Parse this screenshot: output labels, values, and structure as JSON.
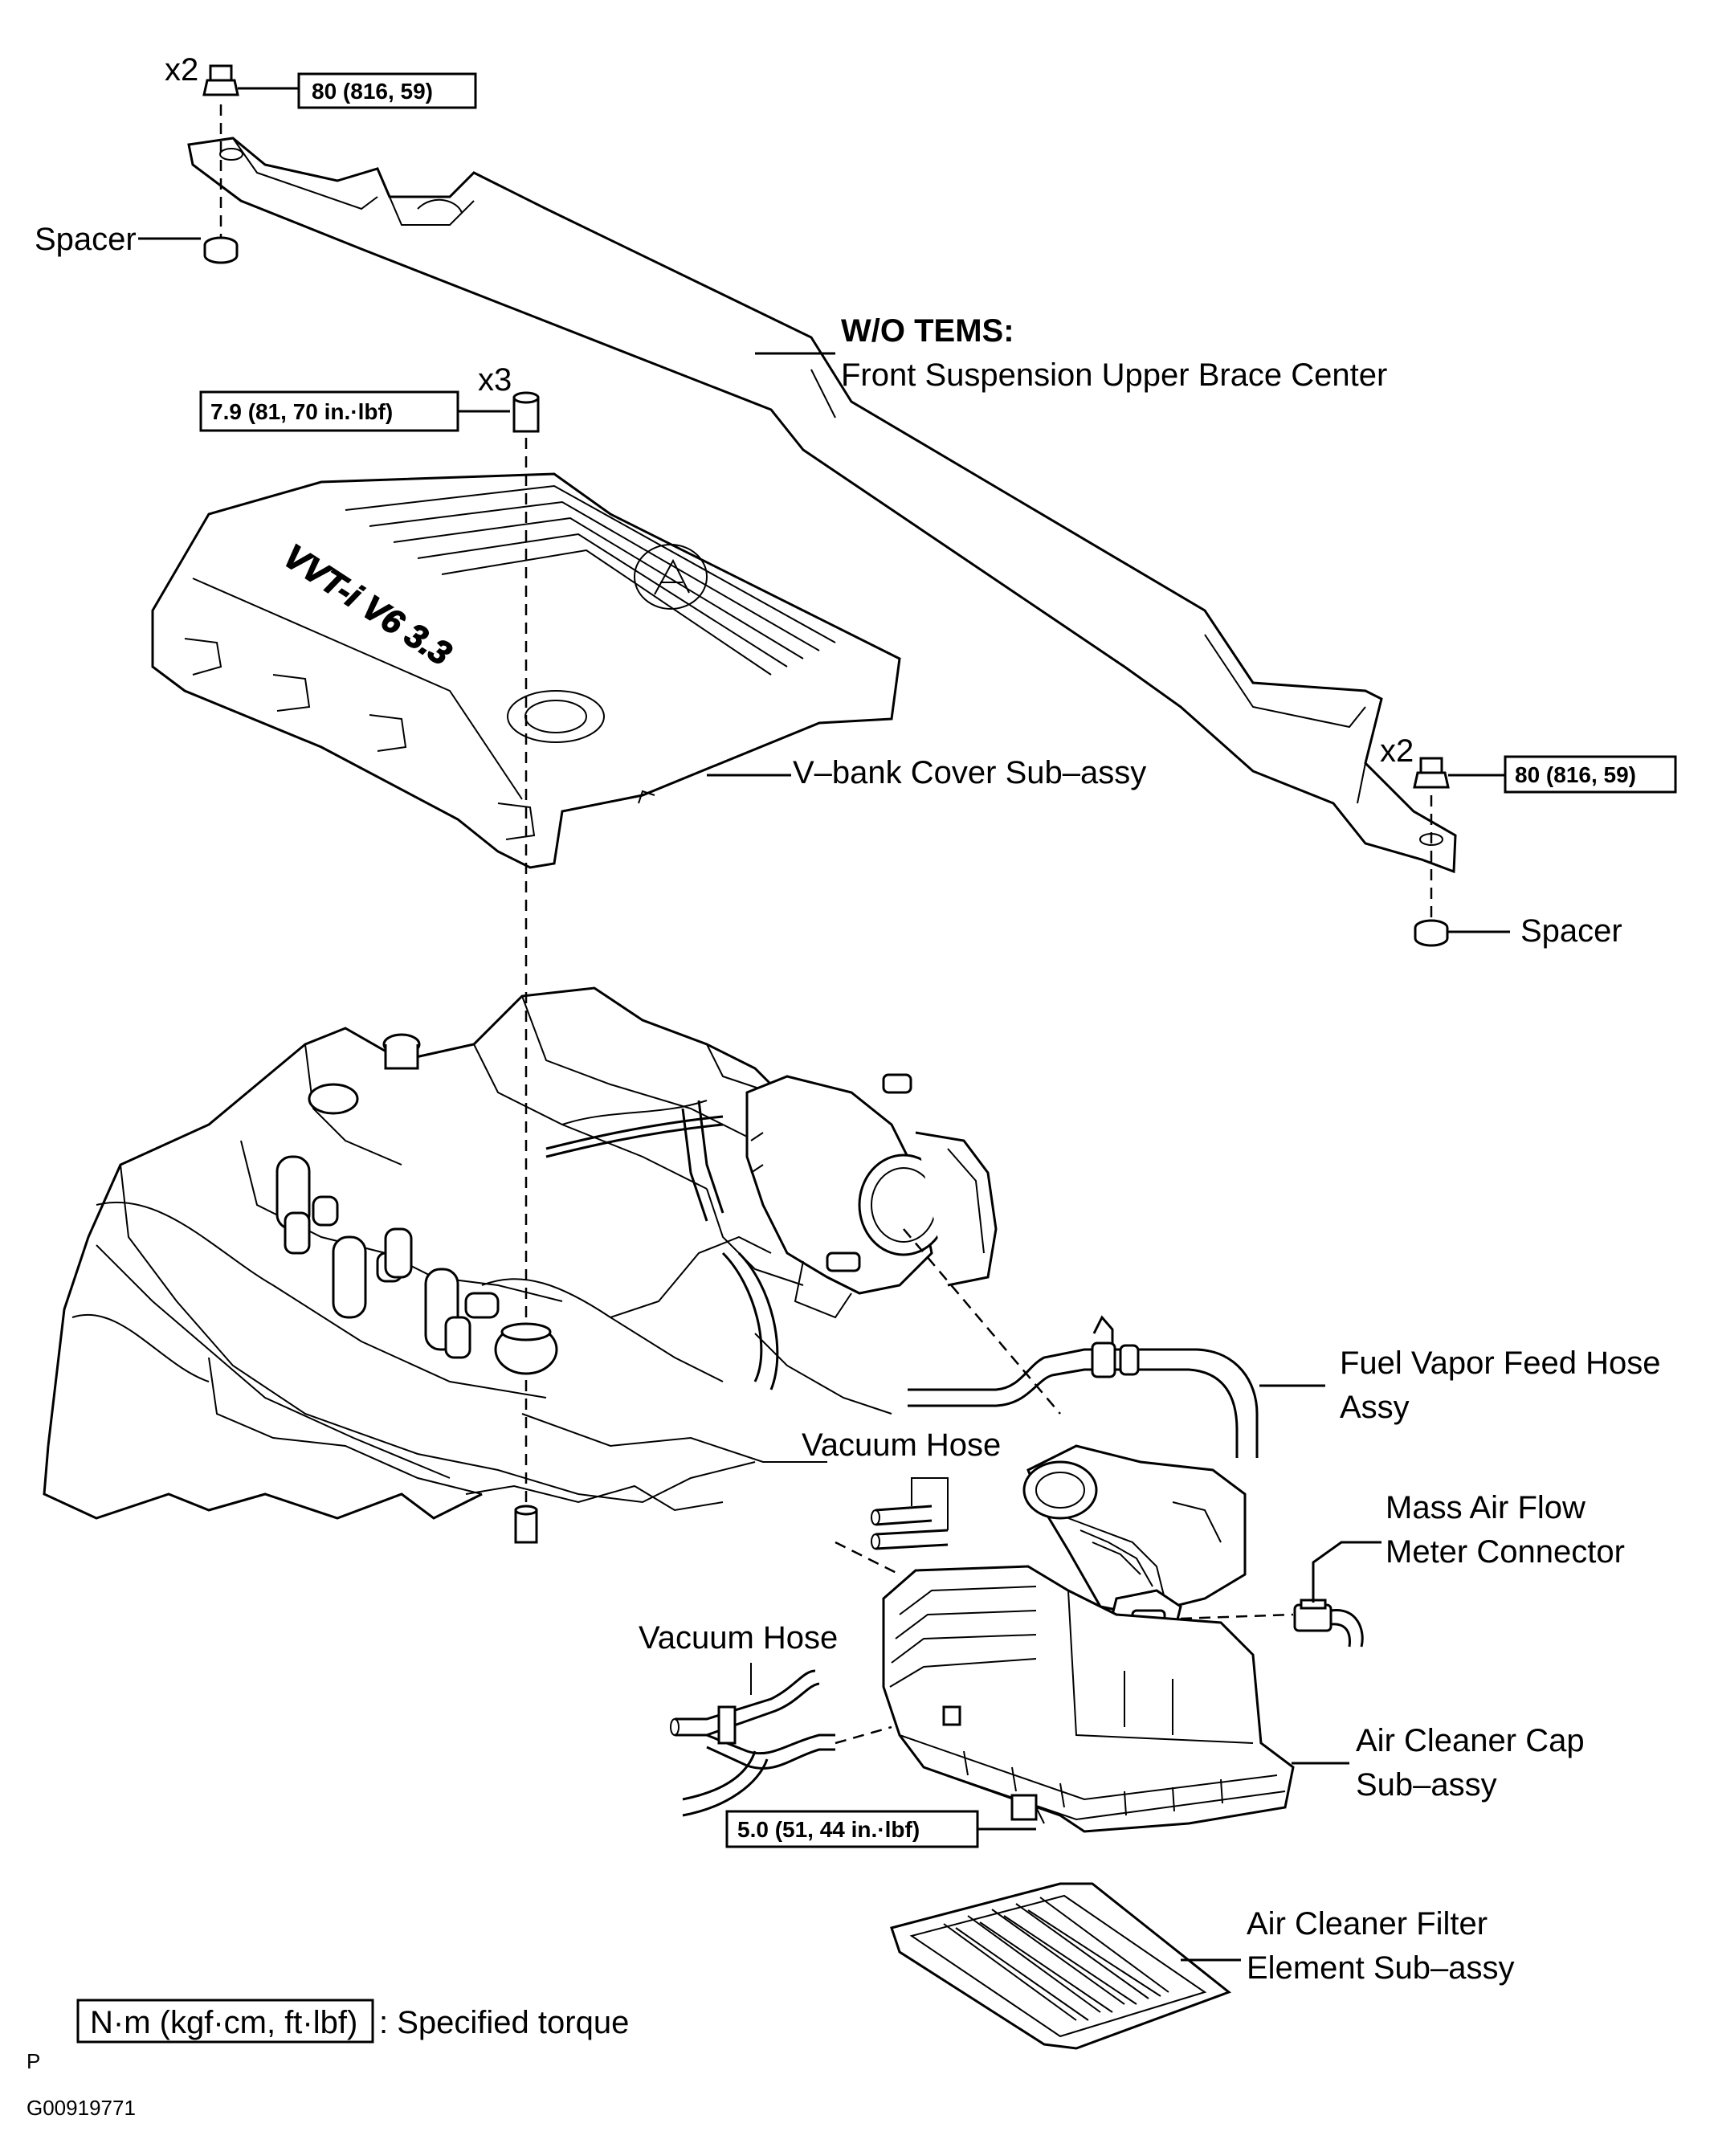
{
  "labels": {
    "x2_top": "x2",
    "torque_top": "80 (816, 59)",
    "spacer_top": "Spacer",
    "brace_title": "W/O TEMS:",
    "brace_name": "Front Suspension Upper Brace Center",
    "x3": "x3",
    "torque_cover": "7.9 (81, 70 in.·lbf)",
    "vbank_cover": "V–bank Cover Sub–assy",
    "x2_right": "x2",
    "torque_right": "80 (816, 59)",
    "spacer_right": "Spacer",
    "fuel_vapor_1": "Fuel Vapor Feed Hose",
    "fuel_vapor_2": "Assy",
    "vacuum_hose_1": "Vacuum Hose",
    "mass_air_1": "Mass Air Flow",
    "mass_air_2": "Meter Connector",
    "vacuum_hose_2": "Vacuum Hose",
    "air_cleaner_cap_1": "Air Cleaner Cap",
    "air_cleaner_cap_2": "Sub–assy",
    "torque_cleaner": "5.0 (51, 44 in.·lbf)",
    "filter_1": "Air Cleaner Filter",
    "filter_2": "Element Sub–assy",
    "cover_logo": "VVT-i V6 3.3"
  },
  "legend": {
    "unit_box": "N·m (kgf·cm, ft·lbf)",
    "unit_text": ": Specified torque"
  },
  "footer": {
    "mark": "P",
    "code": "G00919771"
  }
}
